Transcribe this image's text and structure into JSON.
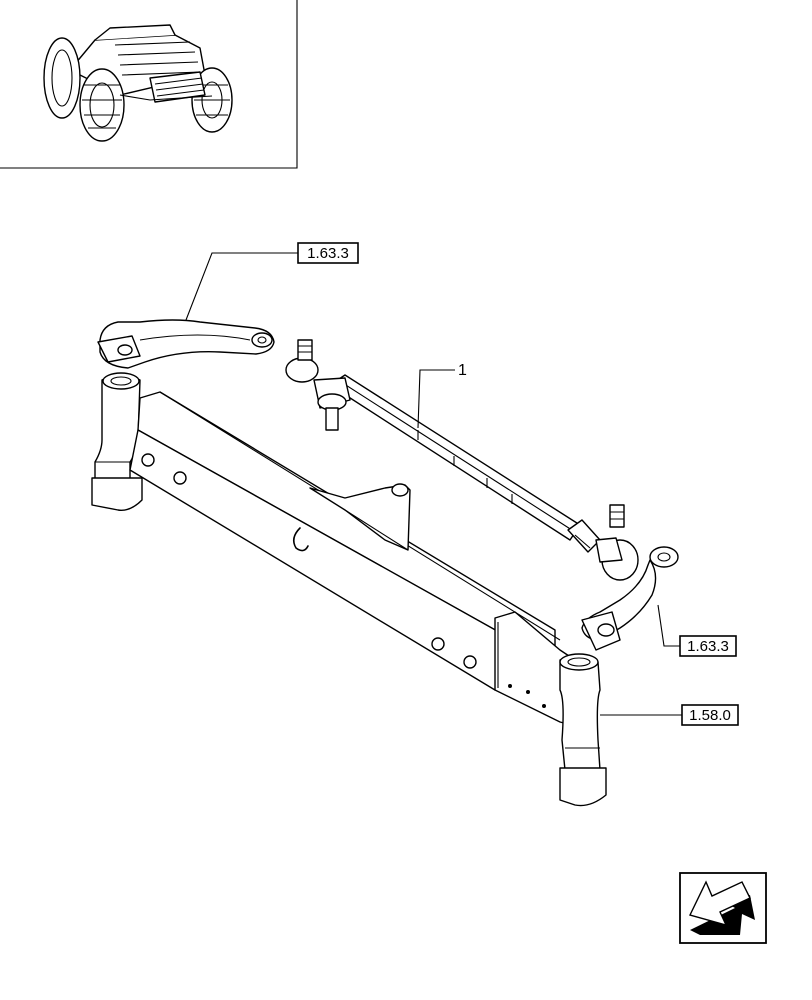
{
  "thumbnail": {
    "icon": "tractor-icon"
  },
  "callouts": {
    "part_1": "1",
    "ref_top": "1.63.3",
    "ref_right": "1.63.3",
    "ref_bottom": "1.58.0"
  },
  "nav": {
    "icon": "arrow-down-left-icon"
  },
  "colors": {
    "line": "#000000",
    "background": "#ffffff"
  }
}
